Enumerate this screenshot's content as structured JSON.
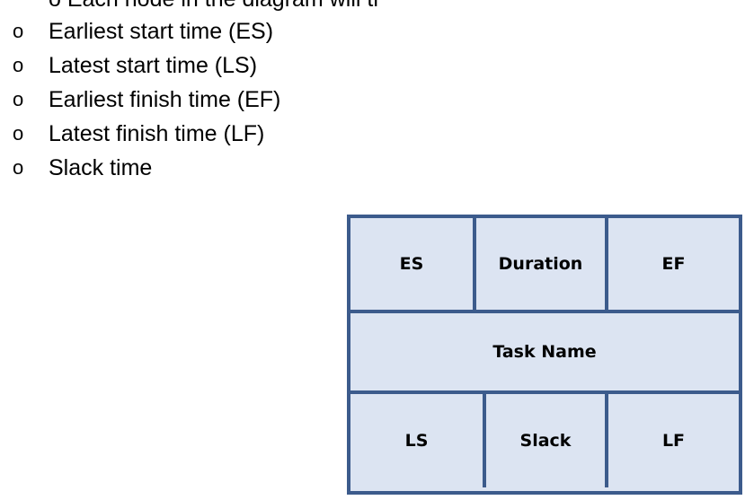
{
  "heading": {
    "text": "o Each node in the diagram will then give the"
  },
  "bullets": [
    {
      "marker": "o",
      "text": "Earliest start time (ES)"
    },
    {
      "marker": "o",
      "text": "Latest start time (LS)"
    },
    {
      "marker": "o",
      "text": "Earliest finish time (EF)"
    },
    {
      "marker": "o",
      "text": "Latest finish time (LF)"
    },
    {
      "marker": "o",
      "text": "Slack time"
    }
  ],
  "node": {
    "top": [
      "ES",
      "Duration",
      "EF"
    ],
    "middle": "Task Name",
    "bottom": [
      "LS",
      "Slack",
      "LF"
    ],
    "fill_color": "#dce4f2",
    "border_color": "#3c5b8c"
  }
}
